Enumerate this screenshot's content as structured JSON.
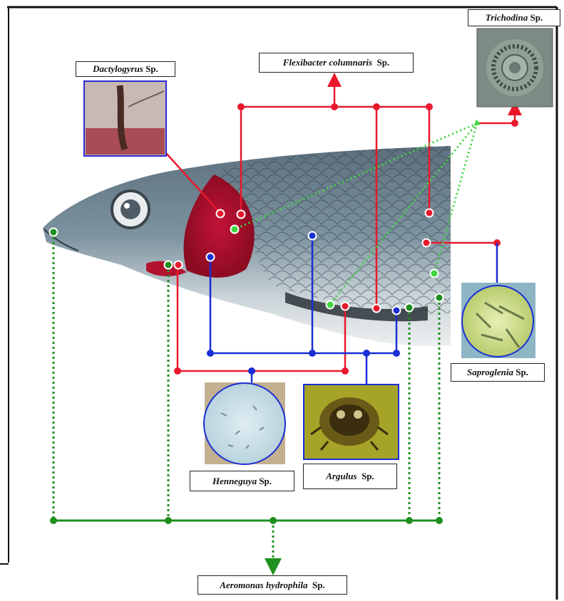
{
  "colors": {
    "bacteria_flexibacter": "#e8192c",
    "fungus_parasite_blue": "#1a2fd6",
    "bacteria_aeromonas": "#1f8f1f",
    "trichodina_dotted": "#3fd63f"
  },
  "labels": {
    "dactylogyrus": {
      "genus": "Dactylogyrus",
      "suffix": "Sp."
    },
    "flexibacter": {
      "genus": "Flexibacter columnaris",
      "suffix": "Sp."
    },
    "trichodina": {
      "genus": "Trichodina",
      "suffix": "Sp."
    },
    "saproglenia": {
      "genus": "Saproglenia",
      "suffix": "Sp."
    },
    "henneguya": {
      "genus": "Henneguya",
      "suffix": "Sp."
    },
    "argulus": {
      "genus": "Argulus",
      "suffix": "Sp."
    },
    "aeromonas": {
      "genus": "Aeromonas hydrophila",
      "suffix": "Sp."
    }
  },
  "images": [
    {
      "id": "dactylogyrus-micrograph",
      "depicts": "dactylogyrus-micrograph"
    },
    {
      "id": "trichodina-micrograph",
      "depicts": "trichodina-micrograph"
    },
    {
      "id": "saproglenia-micrograph",
      "depicts": "saproglenia-micrograph"
    },
    {
      "id": "henneguya-micrograph",
      "depicts": "henneguya-micrograph"
    },
    {
      "id": "argulus-micrograph",
      "depicts": "argulus-micrograph"
    },
    {
      "id": "fish-head-photo",
      "depicts": "fish-head-photo"
    }
  ]
}
